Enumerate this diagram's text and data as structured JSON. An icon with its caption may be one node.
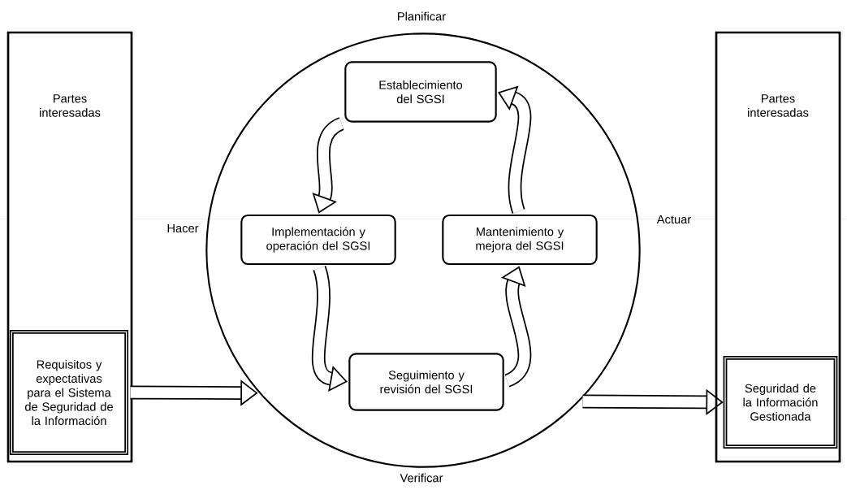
{
  "diagram": {
    "nodes": [
      {
        "text": [
          "Partes interesadas"
        ]
      },
      {
        "text": [
          "Requisitos y expectativas para el Sistema de Seguridad de la Información"
        ],
        "in": 0
      },
      {
        "text": [],
        "shape": "circle"
      },
      {
        "text": [
          "Establecimiento del SGSI"
        ],
        "in": 2
      },
      {
        "text": [
          "Implementación y operación del SGSI"
        ],
        "in": 2
      },
      {
        "text": [
          "Mantenimiento y mejora del SGSI"
        ],
        "in": 2
      },
      {
        "text": [
          "Seguimiento y revisión del SGSI"
        ],
        "in": 2
      },
      {
        "text": [
          "Partes interesadas"
        ]
      },
      {
        "text": [
          "Seguridad de la Información Gestionada"
        ],
        "in": 7
      }
    ],
    "edges": [
      {
        "from": 1,
        "to": 2,
        "arrow": "to"
      },
      {
        "from": 3,
        "to": 4,
        "arrow": "to"
      },
      {
        "from": 4,
        "to": 6,
        "arrow": "to"
      },
      {
        "from": 6,
        "to": 5,
        "arrow": "to"
      },
      {
        "from": 5,
        "to": 3,
        "arrow": "to"
      },
      {
        "from": 2,
        "to": 8,
        "arrow": "to"
      }
    ],
    "labels": [
      "Planificar",
      "Hacer",
      "Actuar",
      "Verificar"
    ]
  }
}
